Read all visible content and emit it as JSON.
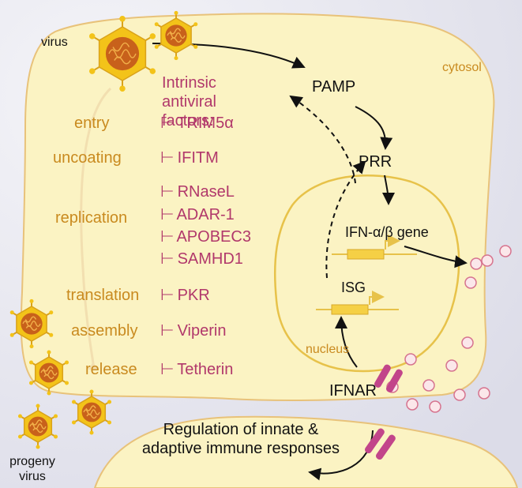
{
  "labels": {
    "virus": "virus",
    "cytosol": "cytosol",
    "nucleus": "nucleus",
    "pamp": "PAMP",
    "prr": "PRR",
    "ifn_gene": "IFN-α/β gene",
    "isg": "ISG",
    "ifnar": "IFNAR",
    "intrinsic_title": "Intrinsic antiviral factors:",
    "regulation": "Regulation of innate & adaptive immune responses",
    "progeny_virus": "progeny virus",
    "inhibit_symbol": "⊢"
  },
  "stages": [
    {
      "stage": "entry",
      "factors": [
        "TRIM5α"
      ]
    },
    {
      "stage": "uncoating",
      "factors": [
        "IFITM"
      ]
    },
    {
      "stage": "replication",
      "factors": [
        "RNaseL",
        "ADAR-1",
        "APOBEC3",
        "SAMHD1"
      ]
    },
    {
      "stage": "translation",
      "factors": [
        "PKR"
      ]
    },
    {
      "stage": "assembly",
      "factors": [
        "Viperin"
      ]
    },
    {
      "stage": "release",
      "factors": [
        "Tetherin"
      ]
    }
  ],
  "colors": {
    "cell_fill": "#fbf3c3",
    "cell_stroke": "#e8c27a",
    "nucleus_stroke": "#e7c24a",
    "stage_text": "#c98a1f",
    "factor_text": "#b1386b",
    "receptor": "#c2458a",
    "ifn_particle_stroke": "#d6738e",
    "virus_shell": "#f3c319",
    "virus_core": "#c8611b"
  }
}
